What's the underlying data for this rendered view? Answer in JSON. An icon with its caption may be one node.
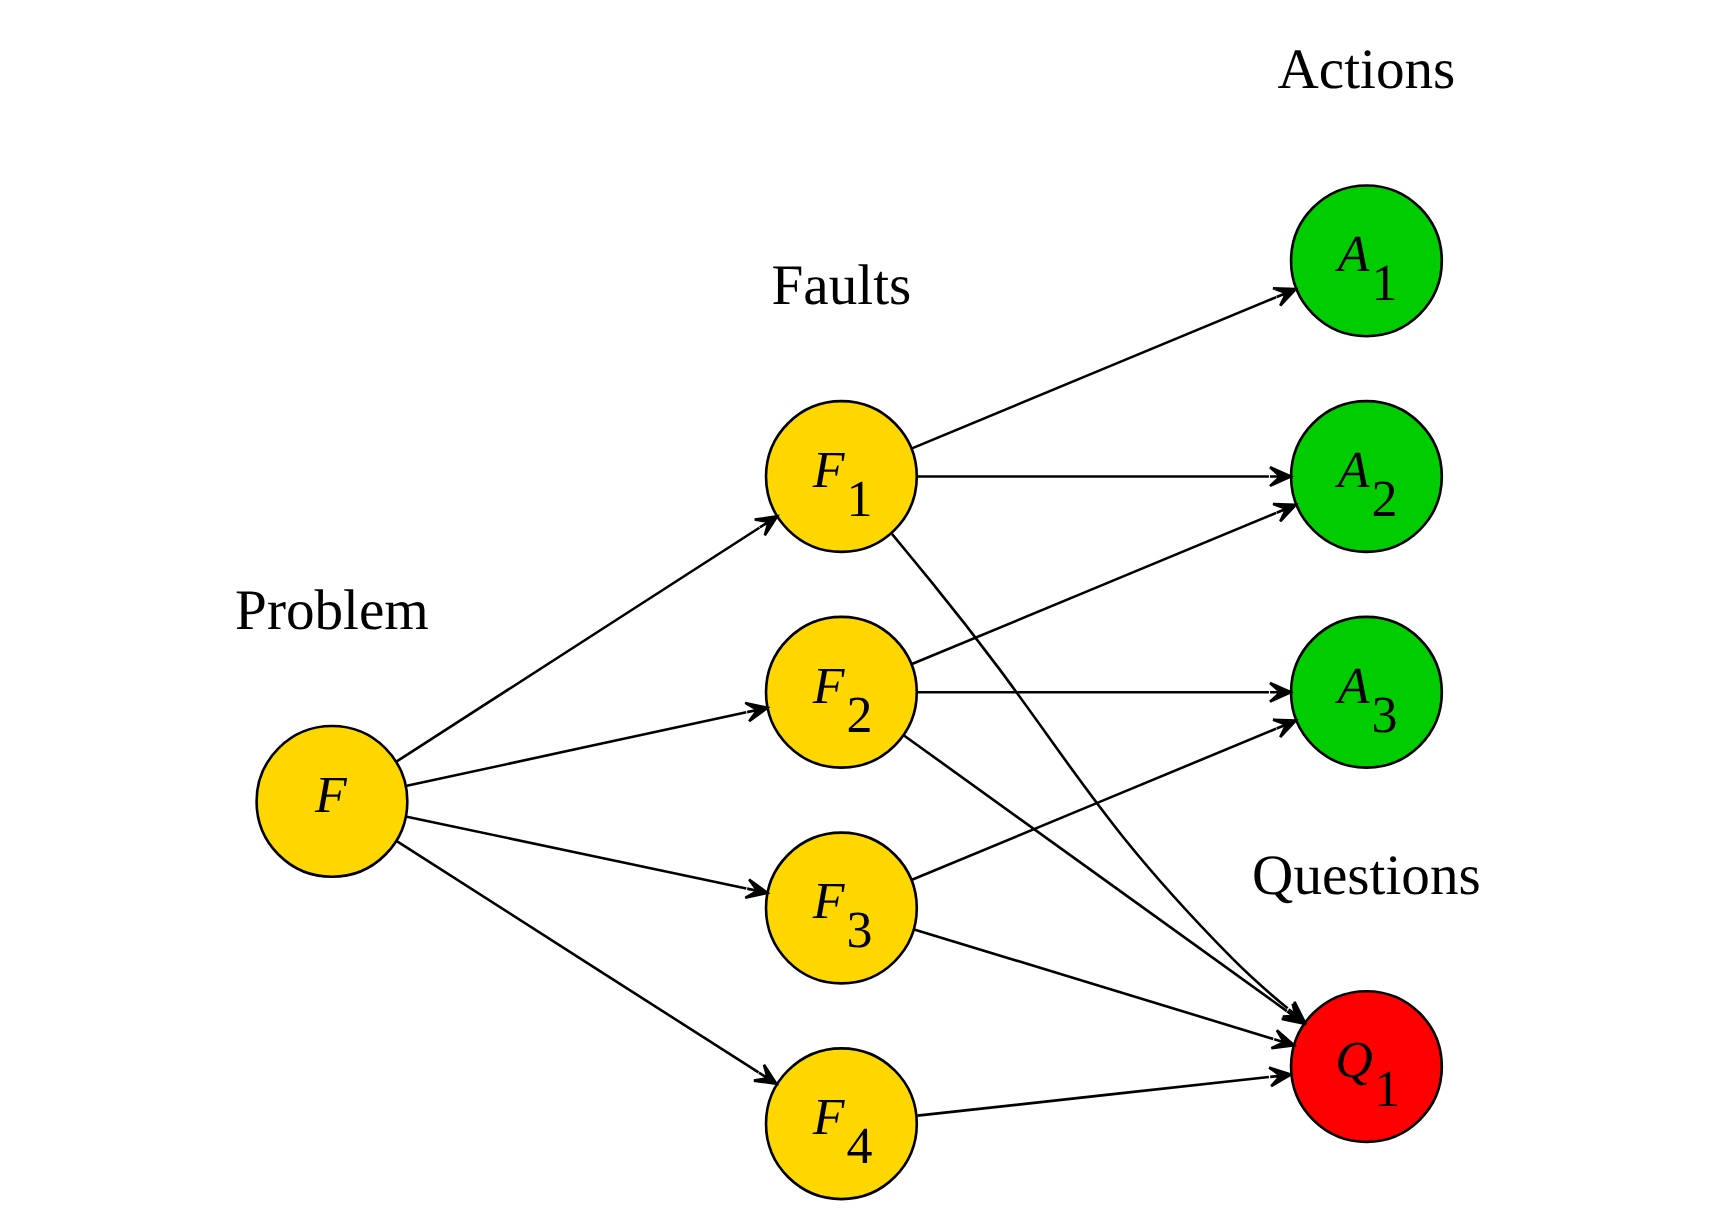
{
  "diagram": {
    "nodes": [
      {
        "text": [
          "F"
        ]
      },
      {
        "text": [
          "F$_{1}$"
        ]
      },
      {
        "text": [
          "F$_{2}$"
        ]
      },
      {
        "text": [
          "F$_{3}$"
        ]
      },
      {
        "text": [
          "F$_{4}$"
        ]
      },
      {
        "text": [
          "A$_{1}$"
        ]
      },
      {
        "text": [
          "A$_{2}$"
        ]
      },
      {
        "text": [
          "A$_{3}$"
        ]
      },
      {
        "text": [
          "Q$_{1}$"
        ]
      }
    ],
    "edges": [
      {
        "from": 0,
        "to": 1,
        "arrow": "to"
      },
      {
        "from": 0,
        "to": 2,
        "arrow": "to"
      },
      {
        "from": 0,
        "to": 3,
        "arrow": "to"
      },
      {
        "from": 0,
        "to": 4,
        "arrow": "to"
      },
      {
        "from": 1,
        "to": 5,
        "arrow": "to"
      },
      {
        "from": 1,
        "to": 6,
        "arrow": "to"
      },
      {
        "from": 1,
        "to": 8,
        "arrow": "to"
      },
      {
        "from": 2,
        "to": 6,
        "arrow": "to"
      },
      {
        "from": 2,
        "to": 7,
        "arrow": "to"
      },
      {
        "from": 2,
        "to": 8,
        "arrow": "to"
      },
      {
        "from": 3,
        "to": 7,
        "arrow": "to"
      },
      {
        "from": 3,
        "to": 8,
        "arrow": "to"
      },
      {
        "from": 4,
        "to": 8,
        "arrow": "to"
      }
    ],
    "labels": [
      "Actions",
      "Faults",
      "Problem",
      "Questions"
    ]
  }
}
